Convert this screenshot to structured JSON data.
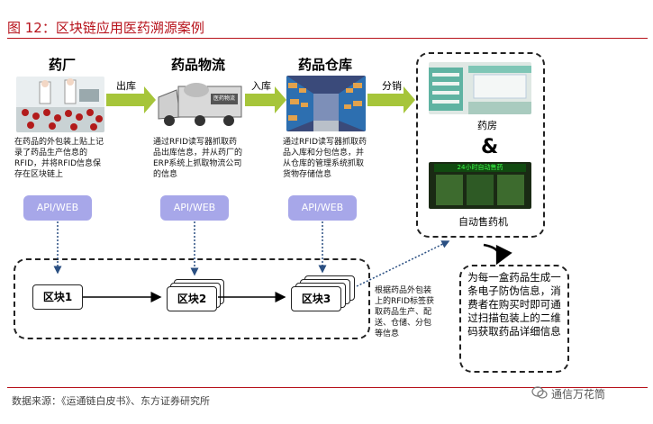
{
  "title": "图 12：区块链应用医药溯源案例",
  "stages": [
    {
      "name": "药厂",
      "desc": "在药品的外包装上贴上记录了药品生产信息的RFID，并将RFID信息保存在区块链上"
    },
    {
      "name": "药品物流",
      "desc": "通过RFID读写器抓取药品出库信息，并从药厂的ERP系统上抓取物流公司的信息"
    },
    {
      "name": "药品仓库",
      "desc": "通过RFID读写器抓取药品入库和分包信息，并从仓库的管理系统抓取货物存储信息"
    }
  ],
  "truck_sign": "医药物流",
  "flow_labels": [
    "出库",
    "入库",
    "分销"
  ],
  "api_label": "API/WEB",
  "blocks": [
    "区块1",
    "区块2",
    "区块3"
  ],
  "pharmacy": {
    "label": "药房",
    "amp": "&",
    "vending_label": "自动售药机",
    "vending_sign": "24小时自动售药"
  },
  "rfid_text": "根据药品外包装上的RFID标签获取药品生产、配送、仓储、分包等信息",
  "info_text": "为每一盒药品生成一条电子防伪信息，消费者在购买时即可通过扫描包装上的二维码获取药品详细信息",
  "source": "数据来源：《运通链白皮书》、东方证券研究所",
  "brand": "通信万花筒",
  "colors": {
    "title": "#b7121b",
    "arrow": "#a6c53a",
    "api": "#a7a7e9",
    "dotted": "#2a4f82"
  }
}
